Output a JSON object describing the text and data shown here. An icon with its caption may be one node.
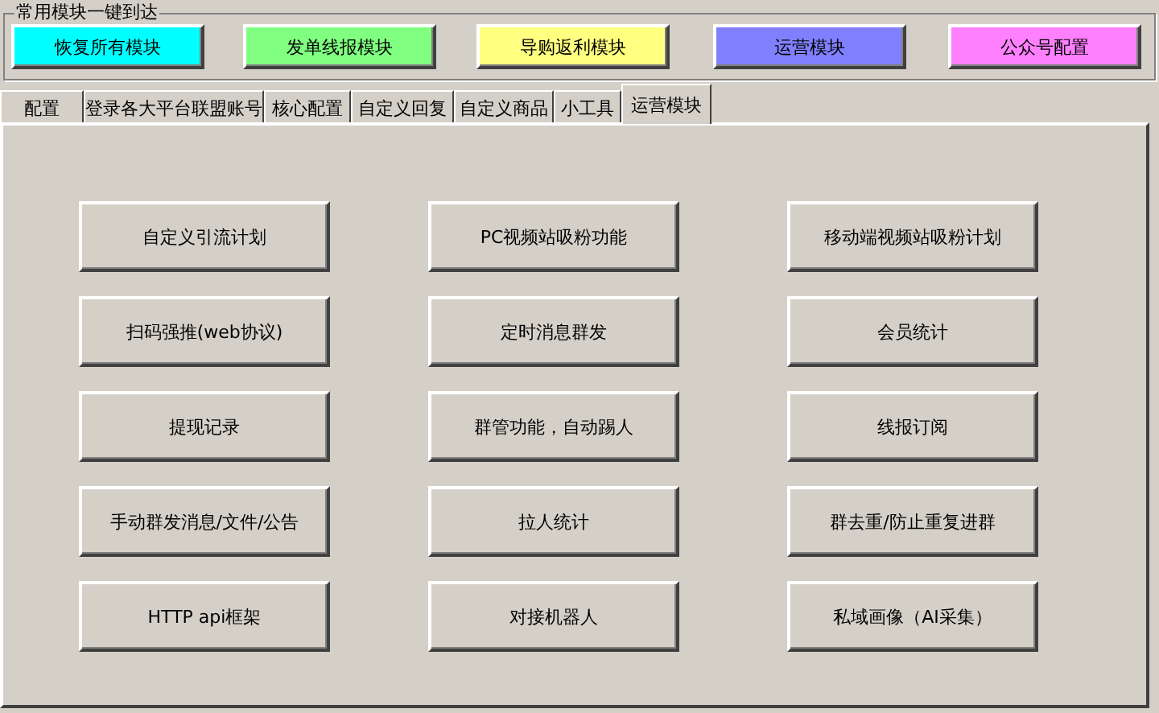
{
  "diagram": {
    "nodes": [
      {
        "text": [
          "常用模块一键到达"
        ]
      },
      {
        "text": [
          "恢复所有模块"
        ],
        "in": 0
      },
      {
        "text": [
          "发单线报模块"
        ],
        "in": 0
      },
      {
        "text": [
          "导购返利模块"
        ],
        "in": 0
      },
      {
        "text": [
          "运营模块"
        ],
        "in": 0
      },
      {
        "text": [
          "公众号配置"
        ],
        "in": 0
      },
      {
        "text": [
          "配置"
        ]
      },
      {
        "text": [
          "登录各大平台联盟账号"
        ]
      },
      {
        "text": [
          "核心配置"
        ]
      },
      {
        "text": [
          "自定义回复"
        ]
      },
      {
        "text": [
          "自定义商品"
        ]
      },
      {
        "text": [
          "小工具"
        ]
      },
      {
        "text": [
          "运营模块"
        ]
      },
      {
        "text": [],
        "shape": "box"
      },
      {
        "text": [
          "自定义引流计划"
        ],
        "in": 13
      },
      {
        "text": [
          "PC视频站吸粉功能"
        ],
        "in": 13
      },
      {
        "text": [
          "移动端视频站吸粉计划"
        ],
        "in": 13
      },
      {
        "text": [
          "扫码强推(web协议)"
        ],
        "in": 13
      },
      {
        "text": [
          "定时消息群发"
        ],
        "in": 13
      },
      {
        "text": [
          "会员统计"
        ],
        "in": 13
      },
      {
        "text": [
          "提现记录"
        ],
        "in": 13
      },
      {
        "text": [
          "群管功能，自动踢人"
        ],
        "in": 13
      },
      {
        "text": [
          "线报订阅"
        ],
        "in": 13
      },
      {
        "text": [
          "手动群发消息/文件/公告"
        ],
        "in": 13
      },
      {
        "text": [
          "拉人统计"
        ],
        "in": 13
      },
      {
        "text": [
          "群去重/防止重复进群"
        ],
        "in": 13
      },
      {
        "text": [
          "HTTP api框架"
        ],
        "in": 13
      },
      {
        "text": [
          "对接机器人"
        ],
        "in": 13
      },
      {
        "text": [
          "私域画像（AI采集）"
        ],
        "in": 13
      }
    ]
  }
}
